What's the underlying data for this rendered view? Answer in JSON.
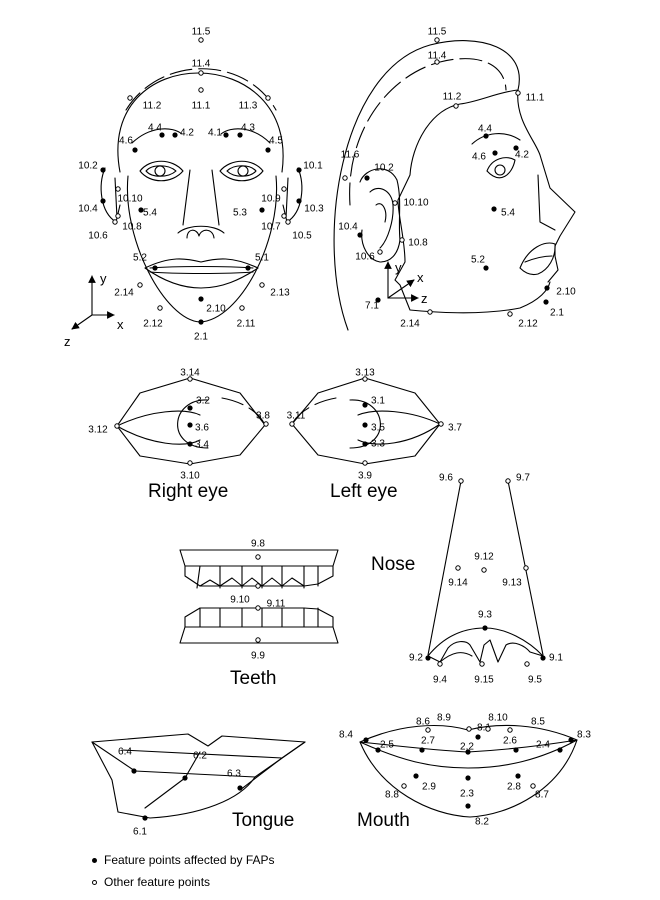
{
  "captions": {
    "right_eye": "Right eye",
    "left_eye": "Left eye",
    "nose": "Nose",
    "teeth": "Teeth",
    "tongue": "Tongue",
    "mouth": "Mouth"
  },
  "axes": {
    "front": {
      "x": "x",
      "y": "y",
      "z": "z"
    },
    "side": {
      "x": "x",
      "y": "y",
      "z": "z"
    }
  },
  "legend": {
    "affected": "Feature points affected by FAPs",
    "other": "Other feature points"
  },
  "point_styles": {
    "affected": "filled-black",
    "other": "hollow-white"
  },
  "groups": {
    "front_face": [
      {
        "label": "11.5",
        "style": "other"
      },
      {
        "label": "11.4",
        "style": "other"
      },
      {
        "label": "11.1",
        "style": "other"
      },
      {
        "label": "11.2",
        "style": "other"
      },
      {
        "label": "11.3",
        "style": "other"
      },
      {
        "label": "4.4",
        "style": "affected"
      },
      {
        "label": "4.2",
        "style": "affected"
      },
      {
        "label": "4.1",
        "style": "affected"
      },
      {
        "label": "4.3",
        "style": "affected"
      },
      {
        "label": "4.6",
        "style": "affected"
      },
      {
        "label": "4.5",
        "style": "affected"
      },
      {
        "label": "10.2",
        "style": "affected"
      },
      {
        "label": "10.1",
        "style": "affected"
      },
      {
        "label": "10.10",
        "style": "other"
      },
      {
        "label": "10.9",
        "style": "other"
      },
      {
        "label": "10.4",
        "style": "affected"
      },
      {
        "label": "10.3",
        "style": "affected"
      },
      {
        "label": "10.8",
        "style": "other"
      },
      {
        "label": "10.7",
        "style": "other"
      },
      {
        "label": "10.6",
        "style": "other"
      },
      {
        "label": "10.5",
        "style": "other"
      },
      {
        "label": "5.4",
        "style": "affected"
      },
      {
        "label": "5.3",
        "style": "affected"
      },
      {
        "label": "5.2",
        "style": "affected"
      },
      {
        "label": "5.1",
        "style": "affected"
      },
      {
        "label": "2.14",
        "style": "other"
      },
      {
        "label": "2.13",
        "style": "other"
      },
      {
        "label": "2.10",
        "style": "affected"
      },
      {
        "label": "2.12",
        "style": "other"
      },
      {
        "label": "2.11",
        "style": "other"
      },
      {
        "label": "2.1",
        "style": "affected"
      }
    ],
    "side_face": [
      {
        "label": "11.5",
        "style": "other"
      },
      {
        "label": "11.4",
        "style": "other"
      },
      {
        "label": "11.2",
        "style": "other"
      },
      {
        "label": "11.1",
        "style": "other"
      },
      {
        "label": "4.4",
        "style": "affected"
      },
      {
        "label": "4.6",
        "style": "affected"
      },
      {
        "label": "4.2",
        "style": "affected"
      },
      {
        "label": "11.6",
        "style": "other"
      },
      {
        "label": "10.2",
        "style": "affected"
      },
      {
        "label": "10.10",
        "style": "other"
      },
      {
        "label": "5.4",
        "style": "affected"
      },
      {
        "label": "10.4",
        "style": "affected"
      },
      {
        "label": "10.8",
        "style": "other"
      },
      {
        "label": "10.6",
        "style": "other"
      },
      {
        "label": "5.2",
        "style": "affected"
      },
      {
        "label": "7.1",
        "style": "affected"
      },
      {
        "label": "2.10",
        "style": "affected"
      },
      {
        "label": "2.1",
        "style": "affected"
      },
      {
        "label": "2.14",
        "style": "other"
      },
      {
        "label": "2.12",
        "style": "other"
      }
    ],
    "right_eye": [
      {
        "label": "3.14",
        "style": "other"
      },
      {
        "label": "3.2",
        "style": "affected"
      },
      {
        "label": "3.8",
        "style": "other"
      },
      {
        "label": "3.12",
        "style": "other"
      },
      {
        "label": "3.6",
        "style": "affected"
      },
      {
        "label": "3.4",
        "style": "affected"
      },
      {
        "label": "3.10",
        "style": "other"
      }
    ],
    "left_eye": [
      {
        "label": "3.13",
        "style": "other"
      },
      {
        "label": "3.1",
        "style": "affected"
      },
      {
        "label": "3.11",
        "style": "other"
      },
      {
        "label": "3.5",
        "style": "affected"
      },
      {
        "label": "3.7",
        "style": "other"
      },
      {
        "label": "3.3",
        "style": "affected"
      },
      {
        "label": "3.9",
        "style": "other"
      }
    ],
    "teeth": [
      {
        "label": "9.8",
        "style": "other"
      },
      {
        "label": "9.10",
        "style": "other"
      },
      {
        "label": "9.11",
        "style": "other"
      },
      {
        "label": "9.9",
        "style": "other"
      }
    ],
    "nose": [
      {
        "label": "9.6",
        "style": "other"
      },
      {
        "label": "9.7",
        "style": "other"
      },
      {
        "label": "9.12",
        "style": "other"
      },
      {
        "label": "9.14",
        "style": "other"
      },
      {
        "label": "9.13",
        "style": "other"
      },
      {
        "label": "9.3",
        "style": "affected"
      },
      {
        "label": "9.2",
        "style": "affected"
      },
      {
        "label": "9.1",
        "style": "affected"
      },
      {
        "label": "9.4",
        "style": "other"
      },
      {
        "label": "9.15",
        "style": "other"
      },
      {
        "label": "9.5",
        "style": "other"
      }
    ],
    "tongue": [
      {
        "label": "6.4",
        "style": "affected"
      },
      {
        "label": "6.2",
        "style": "affected"
      },
      {
        "label": "6.3",
        "style": "affected"
      },
      {
        "label": "6.1",
        "style": "affected"
      }
    ],
    "mouth": [
      {
        "label": "8.9",
        "style": "other"
      },
      {
        "label": "8.1",
        "style": "affected"
      },
      {
        "label": "8.10",
        "style": "other"
      },
      {
        "label": "8.6",
        "style": "other"
      },
      {
        "label": "8.5",
        "style": "other"
      },
      {
        "label": "8.4",
        "style": "affected"
      },
      {
        "label": "8.3",
        "style": "affected"
      },
      {
        "label": "2.5",
        "style": "affected"
      },
      {
        "label": "2.7",
        "style": "affected"
      },
      {
        "label": "2.2",
        "style": "affected"
      },
      {
        "label": "2.6",
        "style": "affected"
      },
      {
        "label": "2.4",
        "style": "affected"
      },
      {
        "label": "2.9",
        "style": "affected"
      },
      {
        "label": "2.3",
        "style": "affected"
      },
      {
        "label": "2.8",
        "style": "affected"
      },
      {
        "label": "8.8",
        "style": "other"
      },
      {
        "label": "8.7",
        "style": "other"
      },
      {
        "label": "8.2",
        "style": "affected"
      }
    ]
  }
}
